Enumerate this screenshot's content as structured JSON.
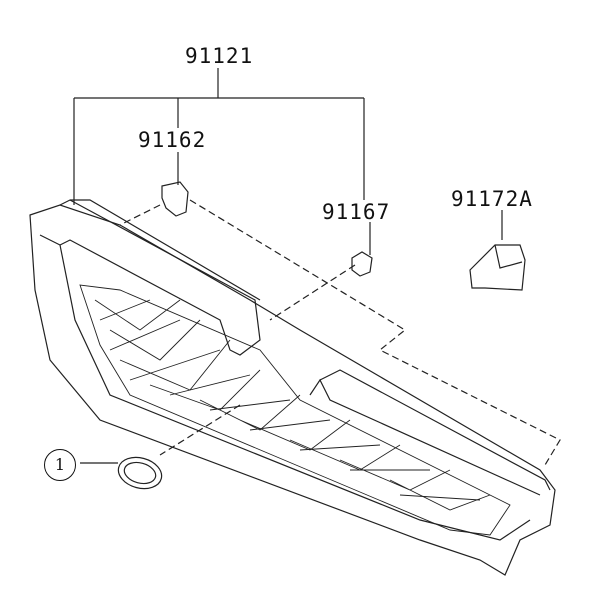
{
  "diagram": {
    "part_numbers": {
      "grille_assembly": "91121",
      "clip_left": "91162",
      "clip_right": "91167",
      "bracket": "91172A",
      "emblem_ref": "1"
    }
  }
}
